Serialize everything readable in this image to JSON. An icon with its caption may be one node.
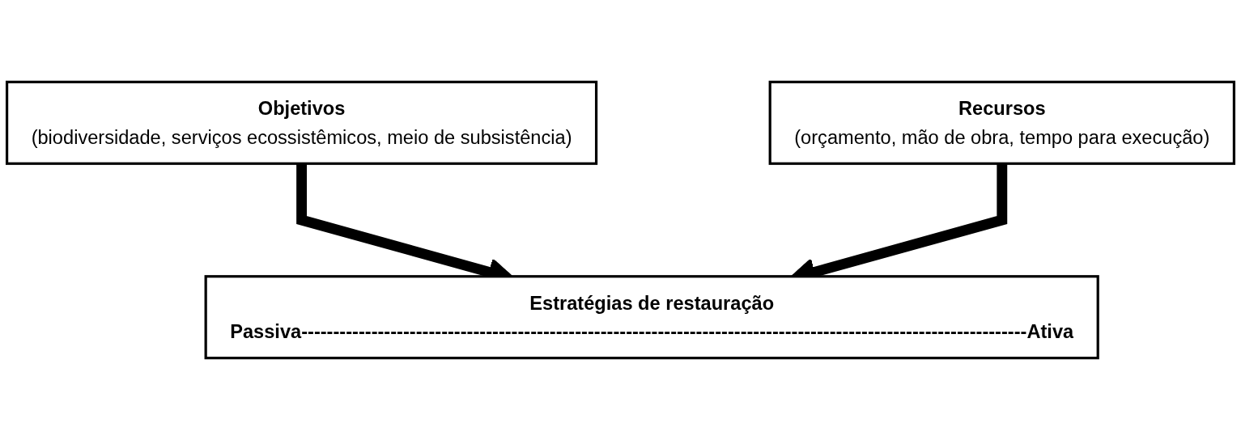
{
  "diagram": {
    "nodes": [
      {
        "text": [
          "Objetivos",
          "(biodiversidade, serviços ecossistêmicos, meio de subsistência)"
        ]
      },
      {
        "text": [
          "Recursos",
          "(orçamento, mão de obra, tempo para execução)"
        ]
      },
      {
        "text": [
          "Estratégias de restauração",
          "Passiva------------------------------------------------------------------------------------------------------------------Ativa"
        ]
      }
    ],
    "edges": [
      {
        "from": 0,
        "to": 2,
        "arrow": "to"
      },
      {
        "from": 1,
        "to": 2,
        "arrow": "to"
      }
    ]
  }
}
